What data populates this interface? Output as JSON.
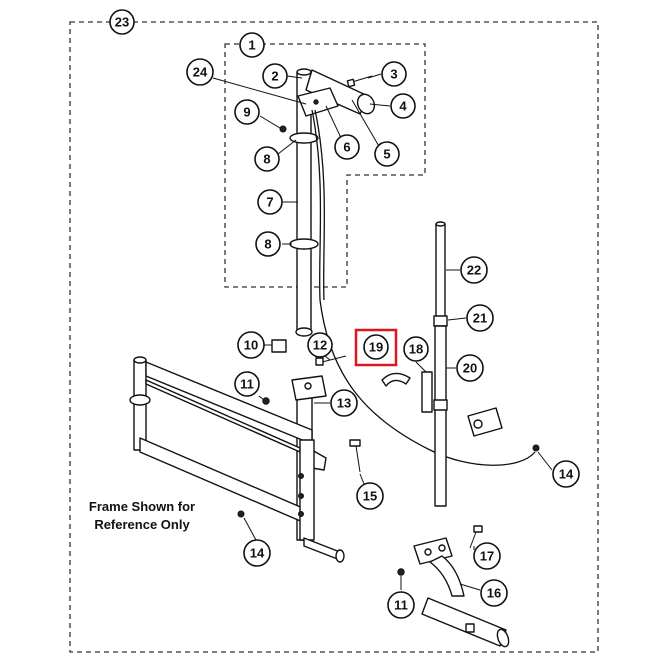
{
  "diagram": {
    "note_lines": [
      "Frame Shown for",
      "Reference Only"
    ],
    "highlight_color": "#e0141e",
    "callouts": [
      {
        "id": "c23",
        "label": "23"
      },
      {
        "id": "c1",
        "label": "1"
      },
      {
        "id": "c2",
        "label": "2"
      },
      {
        "id": "c3",
        "label": "3"
      },
      {
        "id": "c24",
        "label": "24"
      },
      {
        "id": "c4",
        "label": "4"
      },
      {
        "id": "c9",
        "label": "9"
      },
      {
        "id": "c6",
        "label": "6"
      },
      {
        "id": "c5",
        "label": "5"
      },
      {
        "id": "c8a",
        "label": "8"
      },
      {
        "id": "c7",
        "label": "7"
      },
      {
        "id": "c8b",
        "label": "8"
      },
      {
        "id": "c22",
        "label": "22"
      },
      {
        "id": "c21",
        "label": "21"
      },
      {
        "id": "c10",
        "label": "10"
      },
      {
        "id": "c12",
        "label": "12"
      },
      {
        "id": "c19",
        "label": "19",
        "highlighted": true
      },
      {
        "id": "c18",
        "label": "18"
      },
      {
        "id": "c20",
        "label": "20"
      },
      {
        "id": "c11a",
        "label": "11"
      },
      {
        "id": "c13",
        "label": "13"
      },
      {
        "id": "c14a",
        "label": "14"
      },
      {
        "id": "c15",
        "label": "15"
      },
      {
        "id": "c14b",
        "label": "14"
      },
      {
        "id": "c17",
        "label": "17"
      },
      {
        "id": "c16",
        "label": "16"
      },
      {
        "id": "c11b",
        "label": "11"
      }
    ]
  }
}
